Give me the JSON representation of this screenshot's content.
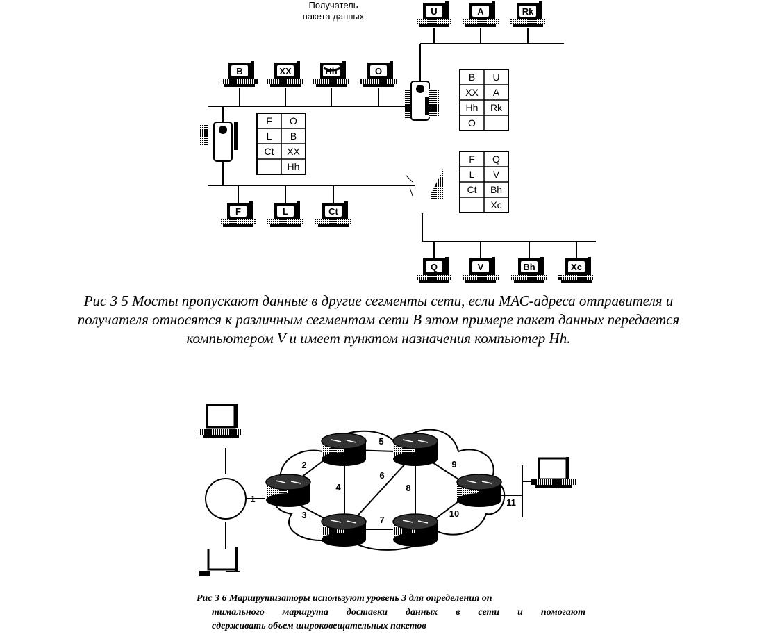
{
  "figure_3_5": {
    "receiver_label_line1": "Получатель",
    "receiver_label_line2": "пакета данных",
    "segments": [
      {
        "name": "top-left",
        "computers": [
          "B",
          "XX",
          "Hh",
          "O"
        ]
      },
      {
        "name": "top-right",
        "computers": [
          "U",
          "A",
          "Rk"
        ]
      },
      {
        "name": "bottom-left",
        "computers": [
          "F",
          "L",
          "Ct"
        ]
      },
      {
        "name": "bottom-right",
        "computers": [
          "Q",
          "V",
          "Bh",
          "Xc"
        ]
      }
    ],
    "bridge_tables": [
      {
        "bridge": "left",
        "rows": [
          [
            "F",
            "O"
          ],
          [
            "L",
            "B"
          ],
          [
            "Ct",
            "XX"
          ],
          [
            "",
            "Hh"
          ]
        ]
      },
      {
        "bridge": "top-right",
        "rows": [
          [
            "B",
            "U"
          ],
          [
            "XX",
            "A"
          ],
          [
            "Hh",
            "Rk"
          ],
          [
            "O",
            ""
          ]
        ]
      },
      {
        "bridge": "bottom-right",
        "rows": [
          [
            "F",
            "Q"
          ],
          [
            "L",
            "V"
          ],
          [
            "Ct",
            "Bh"
          ],
          [
            "",
            "Xc"
          ]
        ]
      }
    ],
    "caption_lines": [
      "Рис 3 5 Мосты пропускают данные в другие сегменты сети, если МАС-адреса отправителя и",
      "получателя относятся к различным сегментам сети В этом примере пакет данных передается",
      "компьютером V и имеет пунктом назначения компьютер Hh."
    ]
  },
  "figure_3_6": {
    "links": [
      "1",
      "2",
      "3",
      "4",
      "5",
      "6",
      "7",
      "8",
      "9",
      "10",
      "11"
    ],
    "caption_lines": [
      "Рис 3 6 Маршрутизаторы используют уровень 3 для определения оп",
      "тимального маршрута доставки данных в сети и помогают",
      "сдерживать объем широковещательных пакетов"
    ]
  }
}
